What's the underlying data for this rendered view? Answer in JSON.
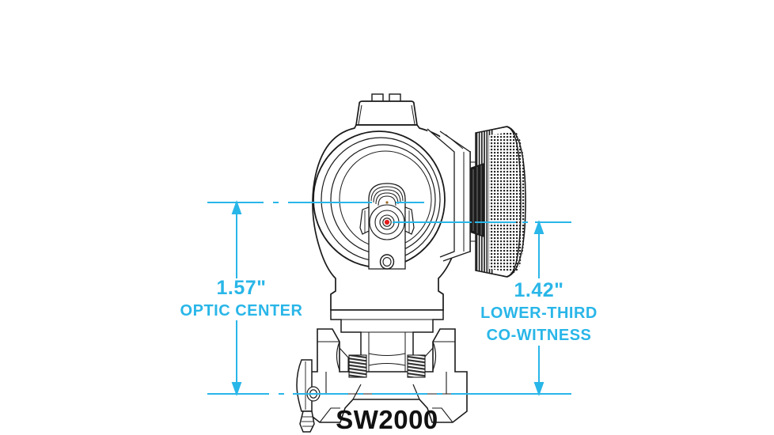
{
  "diagram": {
    "title": "SW2000 optic mount height diagram",
    "background_color": "#ffffff",
    "line_color": "#1a1a1a",
    "accent_color": "#29b6e8",
    "reticle_dot_color": "#e41c1c",
    "brand_label": "SW2000"
  },
  "dimensions": {
    "left": {
      "value": "1.57\"",
      "line1": "OPTIC CENTER",
      "line2": ""
    },
    "right": {
      "value": "1.42\"",
      "line1": "LOWER-THIRD",
      "line2": "CO-WITNESS"
    }
  },
  "reference_lines": {
    "optic_center_label": "optic center axis",
    "cowitness_label": "lower-third co-witness axis",
    "base_label": "rail base line"
  },
  "parts": {
    "hood": "optic hood",
    "turret_tabs": "adjustment tabs",
    "objective_bell": "objective lens housing",
    "ocular_knurl": "knurled ocular ring",
    "reticle": "reticle red dot",
    "screw_hole": "mount screw hole",
    "riser": "riser post",
    "mount_body": "quick-detach mount body",
    "qd_lever": "quick-detach lever",
    "cross_bolts": "cross bolts"
  }
}
